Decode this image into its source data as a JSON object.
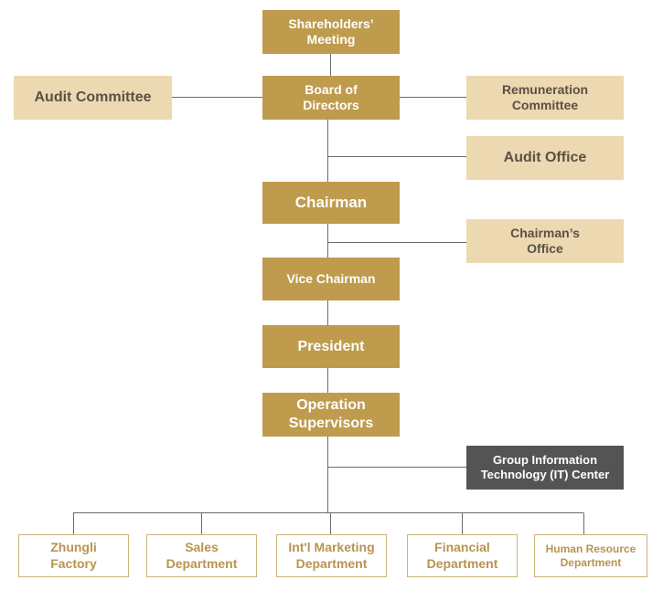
{
  "nodes": {
    "shareholders": "Shareholders’\nMeeting",
    "board": "Board of\nDirectors",
    "audit_committee": "Audit Committee",
    "remuneration": "Remuneration\nCommittee",
    "audit_office": "Audit Office",
    "chairman": "Chairman",
    "chairmans_office": "Chairman’s\nOffice",
    "vice_chairman": "Vice Chairman",
    "president": "President",
    "operation": "Operation\nSupervisors",
    "group_it": "Group Information\nTechnology (IT) Center"
  },
  "departments": [
    "Zhungli\nFactory",
    "Sales\nDepartment",
    "Int'l Marketing\nDepartment",
    "Financial\nDepartment",
    "Human Resource\nDepartment"
  ],
  "colors": {
    "gold": "#bf9b4d",
    "light_gold": "#ecd9b1",
    "dark_gray": "#545454",
    "outline": "#cdb27a",
    "connector": "#6b6b6b"
  }
}
